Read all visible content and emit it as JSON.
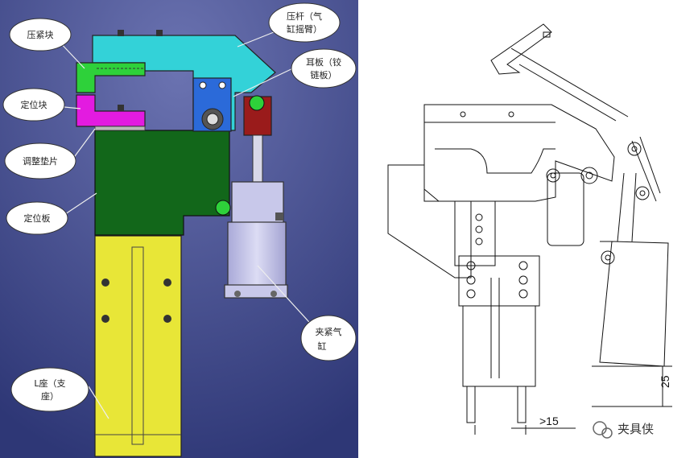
{
  "left_panel": {
    "labels": {
      "pressing_block": "压紧块",
      "lever_line1": "压杆（气",
      "lever_line2": "缸摇臂）",
      "ear_line1": "耳板（铰",
      "ear_line2": "链板）",
      "locating_block": "定位块",
      "shim": "调整垫片",
      "locating_plate": "定位板",
      "cylinder_line1": "夹紧气",
      "cylinder_line2": "缸",
      "seat_line1": "L座（支",
      "seat_line2": "座）"
    }
  },
  "right_panel": {
    "dim_horizontal": ">15",
    "dim_vertical": "25",
    "watermark": "夹具侠"
  },
  "colors": {
    "background": "#505a9c",
    "lever": "#33d2d8",
    "pressing_block": "#2ed13a",
    "locating_block": "#e31be0",
    "locating_plate": "#12671a",
    "seat": "#e8e637",
    "ear_plate": "#2b6ad9",
    "cylinder": "#c8c8ea",
    "joint": "#9a1b1b"
  }
}
